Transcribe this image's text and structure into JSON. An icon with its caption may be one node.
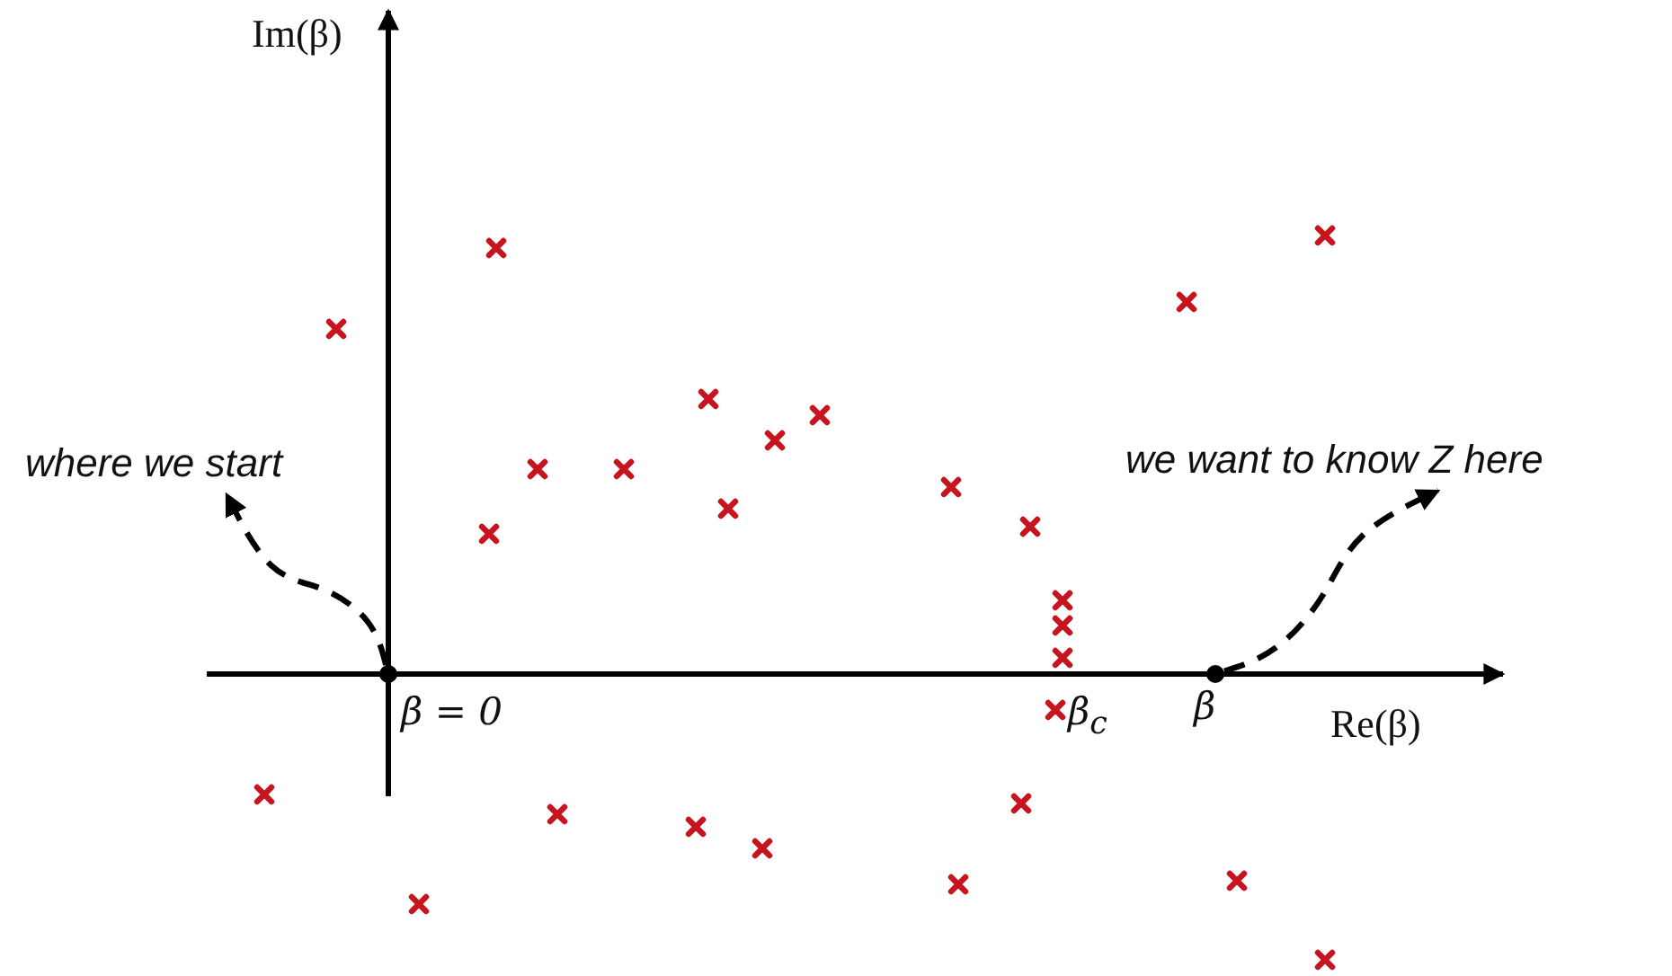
{
  "diagram": {
    "nodes": [
      {
        "text": [
          "where we start"
        ]
      },
      {
        "text": [],
        "shape": "circle",
        "beside": [
          "β = 0"
        ]
      },
      {
        "text": [],
        "shape": "circle",
        "beside": [
          "β"
        ]
      },
      {
        "text": [
          "we want to know Z here"
        ]
      }
    ],
    "edges": [
      {
        "from": 1,
        "to": 0,
        "arrow": "to",
        "style": "dashed"
      },
      {
        "from": 2,
        "to": 3,
        "arrow": "to",
        "style": "dashed"
      }
    ],
    "labels": [
      "Im(β)",
      "Re(β)",
      "β$_{c}$"
    ]
  }
}
